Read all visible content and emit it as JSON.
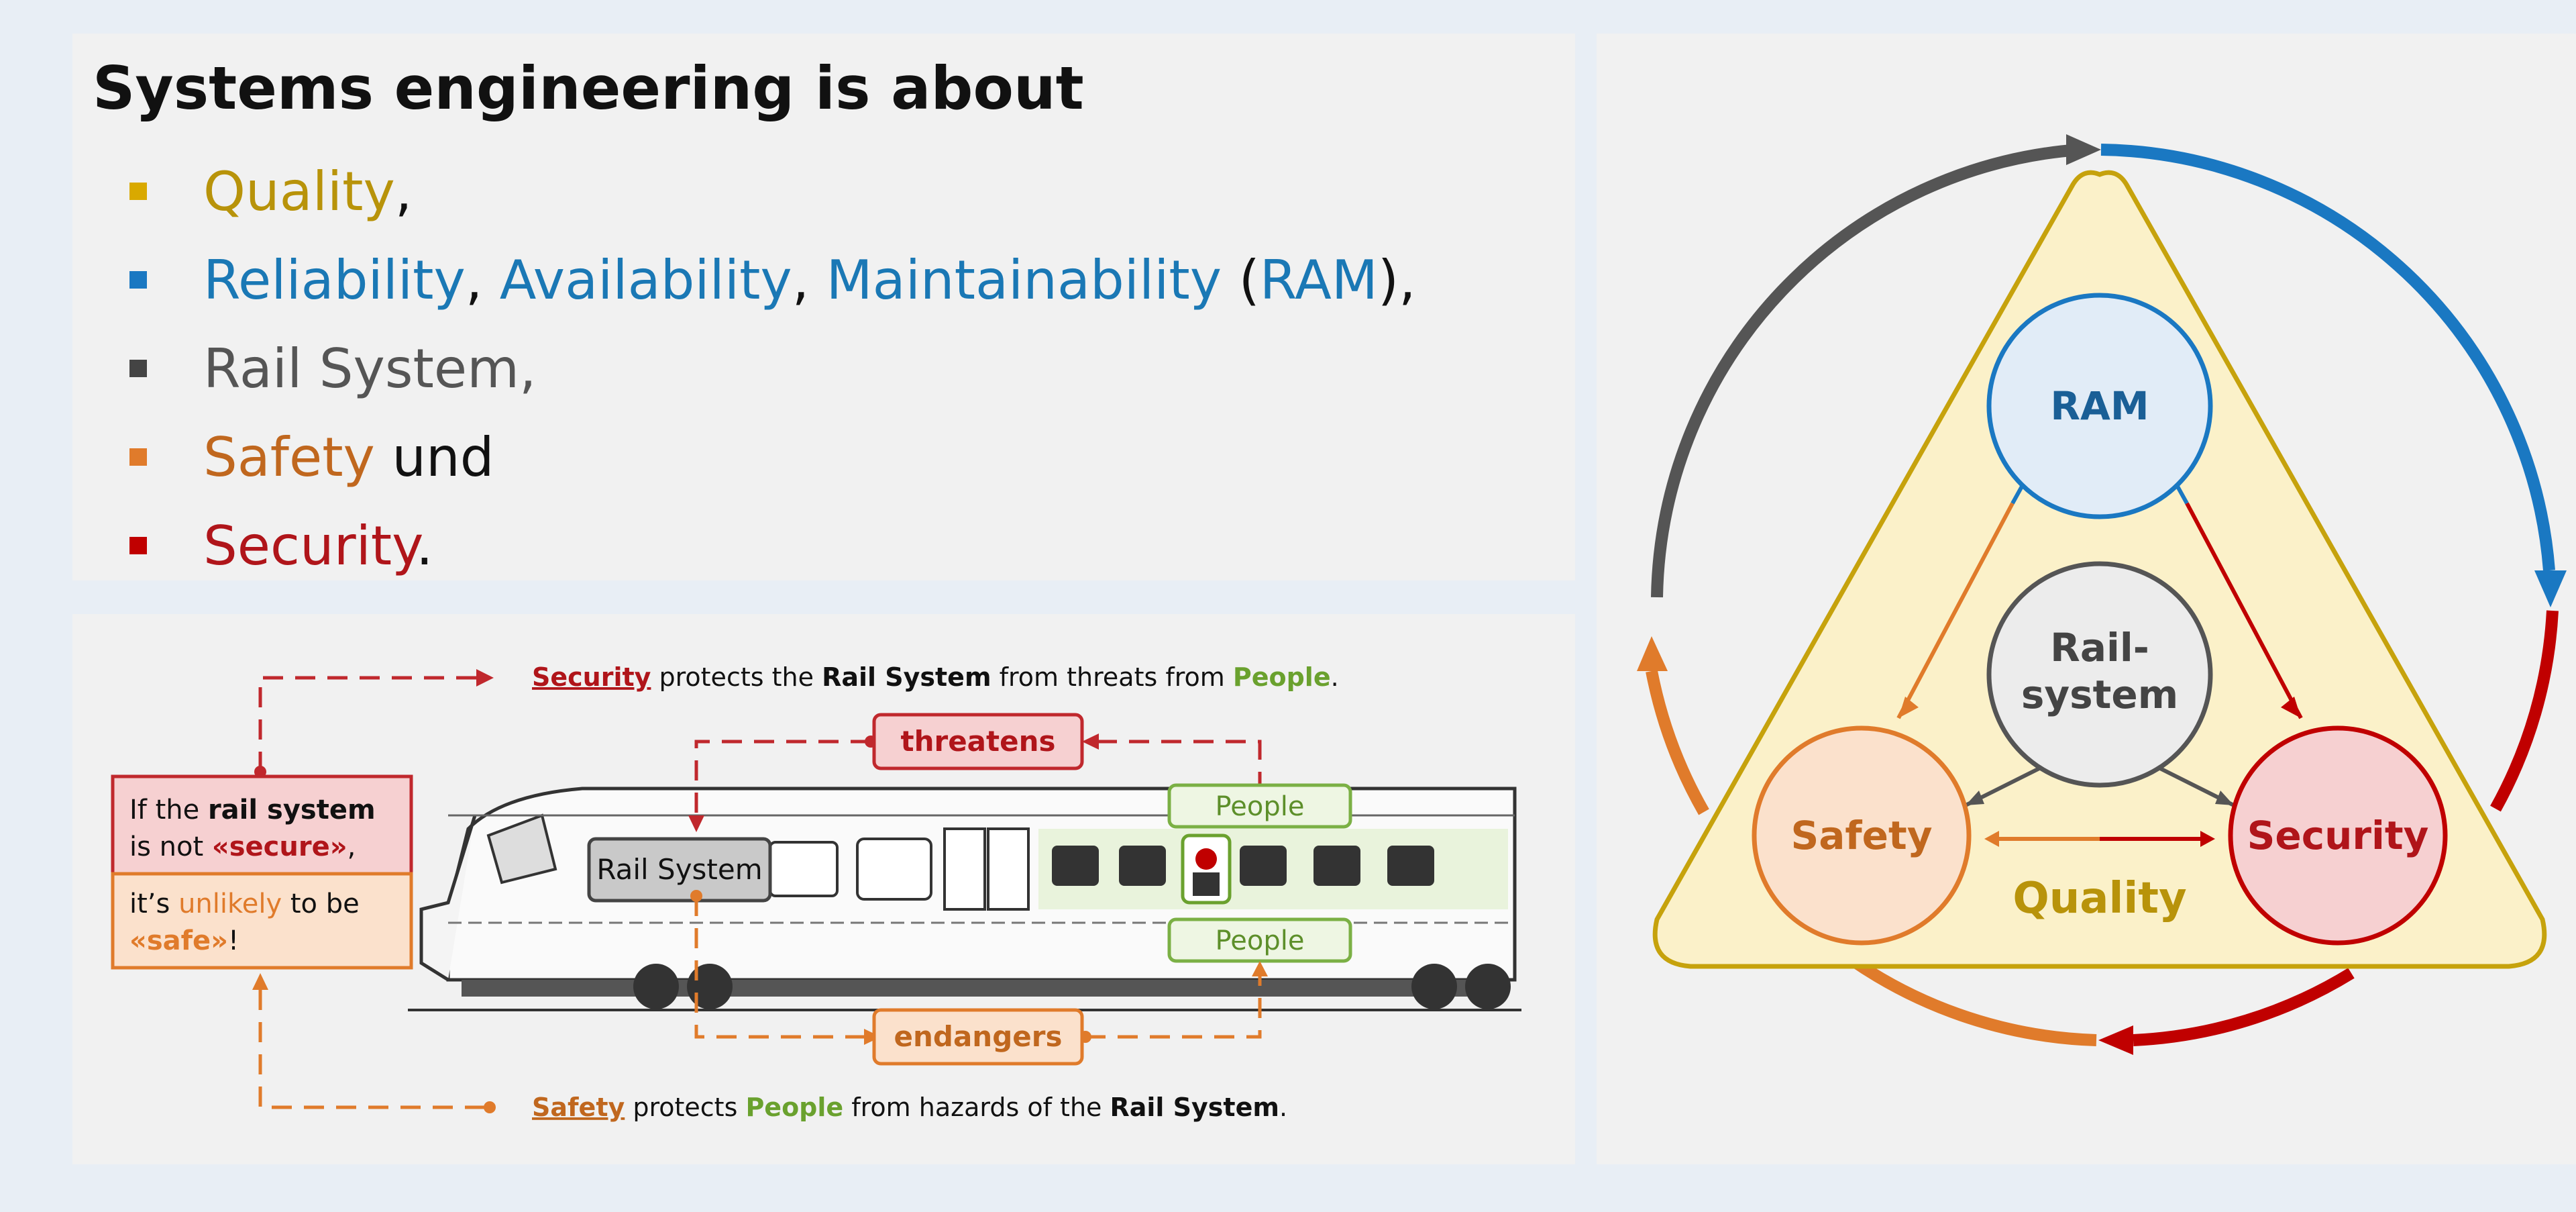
{
  "top_panel": {
    "heading": "Systems engineering is about",
    "items": [
      {
        "parts": [
          {
            "t": "Quality",
            "c": "c-quality"
          },
          {
            "t": ",",
            "c": ""
          }
        ],
        "bullet_color": "#d9a900"
      },
      {
        "parts": [
          {
            "t": "Reliability",
            "c": "c-ram"
          },
          {
            "t": ", ",
            "c": ""
          },
          {
            "t": "Availability",
            "c": "c-ram"
          },
          {
            "t": ", ",
            "c": ""
          },
          {
            "t": "Maintainability",
            "c": "c-ram"
          },
          {
            "t": " (",
            "c": ""
          },
          {
            "t": "RAM",
            "c": "c-ram"
          },
          {
            "t": "),",
            "c": ""
          }
        ],
        "bullet_color": "#1a78c2"
      },
      {
        "parts": [
          {
            "t": "Rail System,",
            "c": "c-rail"
          }
        ],
        "bullet_color": "#444444"
      },
      {
        "parts": [
          {
            "t": "Safety",
            "c": "c-safety"
          },
          {
            "t": " und",
            "c": ""
          }
        ],
        "bullet_color": "#e07b2b"
      },
      {
        "parts": [
          {
            "t": "Security",
            "c": "c-security"
          },
          {
            "t": ".",
            "c": ""
          }
        ],
        "bullet_color": "#c00000"
      }
    ]
  },
  "train_panel": {
    "security_line": {
      "w1": "Security",
      "w2": " protects the ",
      "w3": "Rail System",
      "w4": " from threats from ",
      "w5": "People",
      "w6": "."
    },
    "safety_line": {
      "w1": "Safety",
      "w2": " protects ",
      "w3": "People",
      "w4": " from hazards of the ",
      "w5": "Rail System",
      "w6": "."
    },
    "threatens_label": "threatens",
    "endangers_label": "endangers",
    "people_label_top": "People",
    "people_label_bottom": "People",
    "rail_system_label": "Rail System",
    "note": {
      "l1a": "If the ",
      "l1b": "rail system",
      "l2a": "is not ",
      "l2b": "«secure»",
      "l2c": ",",
      "l3a": "it’s ",
      "l3b": "unlikely",
      "l3c": " to be",
      "l4a": "«safe»",
      "l4b": "!"
    }
  },
  "triad": {
    "ram": "RAM",
    "rail_line1": "Rail-",
    "rail_line2": "system",
    "safety": "Safety",
    "security": "Security",
    "quality": "Quality"
  },
  "colors": {
    "quality": "#b8930a",
    "ram": "#1a78c2",
    "rail": "#555555",
    "safety": "#e07b2b",
    "security": "#c00000",
    "people": "#7bb045"
  }
}
